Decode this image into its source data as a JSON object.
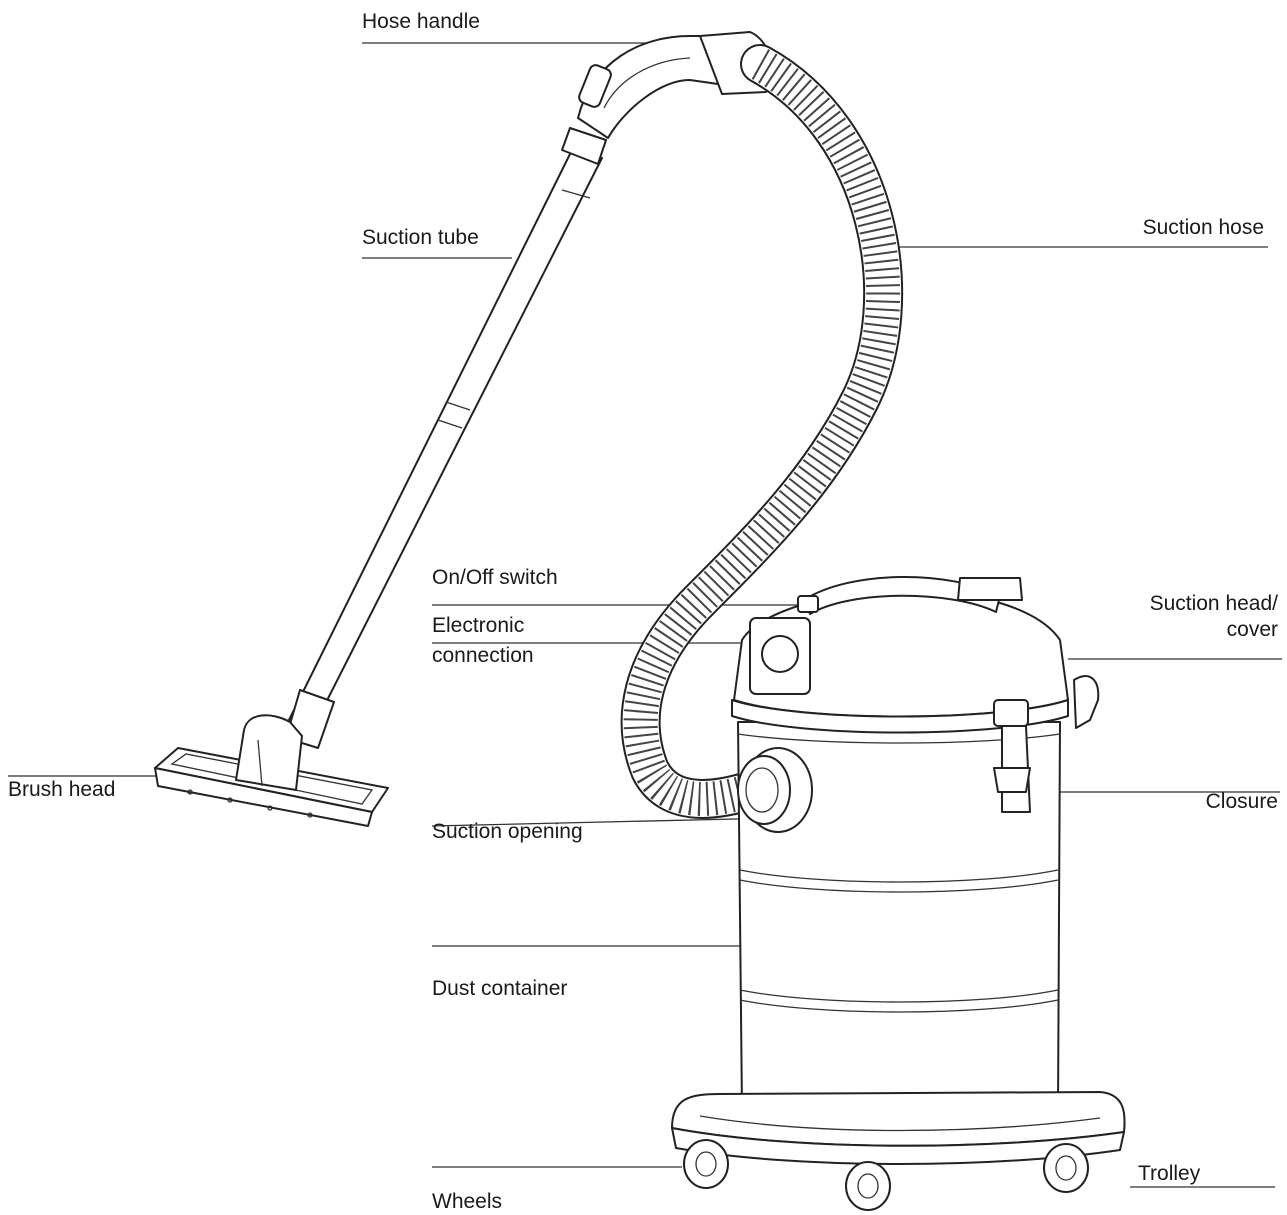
{
  "labels": {
    "hose_handle": "Hose handle",
    "suction_tube": "Suction tube",
    "suction_hose": "Suction hose",
    "on_off_switch": "On/Off switch",
    "electronic_connection_line1": "Electronic",
    "electronic_connection_line2": "connection",
    "suction_head_line1": "Suction head/",
    "suction_head_line2": "cover",
    "brush_head": "Brush head",
    "suction_opening": "Suction opening",
    "closure": "Closure",
    "dust_container": "Dust container",
    "trolley": "Trolley",
    "wheels": "Wheels"
  }
}
